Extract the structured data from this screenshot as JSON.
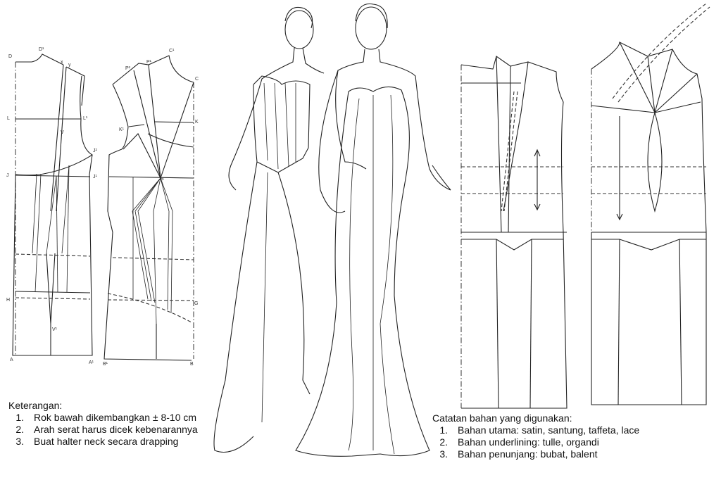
{
  "pattern_labels": {
    "front": [
      "D",
      "D¹",
      "x",
      "y",
      "L",
      "L¹",
      "V",
      "J²",
      "J",
      "J¹",
      "H",
      "V¹",
      "A",
      "A¹"
    ],
    "back": [
      "P²",
      "P¹",
      "C¹",
      "C",
      "K¹",
      "K",
      "P",
      "G",
      "B¹",
      "B"
    ]
  },
  "keterangan": {
    "title": "Keterangan:",
    "items": [
      {
        "num": "1.",
        "text": "Rok bawah dikembangkan ± 8-10 cm"
      },
      {
        "num": "2.",
        "text": "Arah serat harus dicek kebenarannya"
      },
      {
        "num": "3.",
        "text": "Buat halter neck secara drapping"
      }
    ]
  },
  "catatan": {
    "title": "Catatan bahan yang digunakan:",
    "items": [
      {
        "num": "1.",
        "text": "Bahan utama: satin, santung, taffeta, lace"
      },
      {
        "num": "2.",
        "text": "Bahan underlining: tulle, organdi"
      },
      {
        "num": "3.",
        "text": "Bahan penunjang: bubat, balent"
      }
    ]
  }
}
